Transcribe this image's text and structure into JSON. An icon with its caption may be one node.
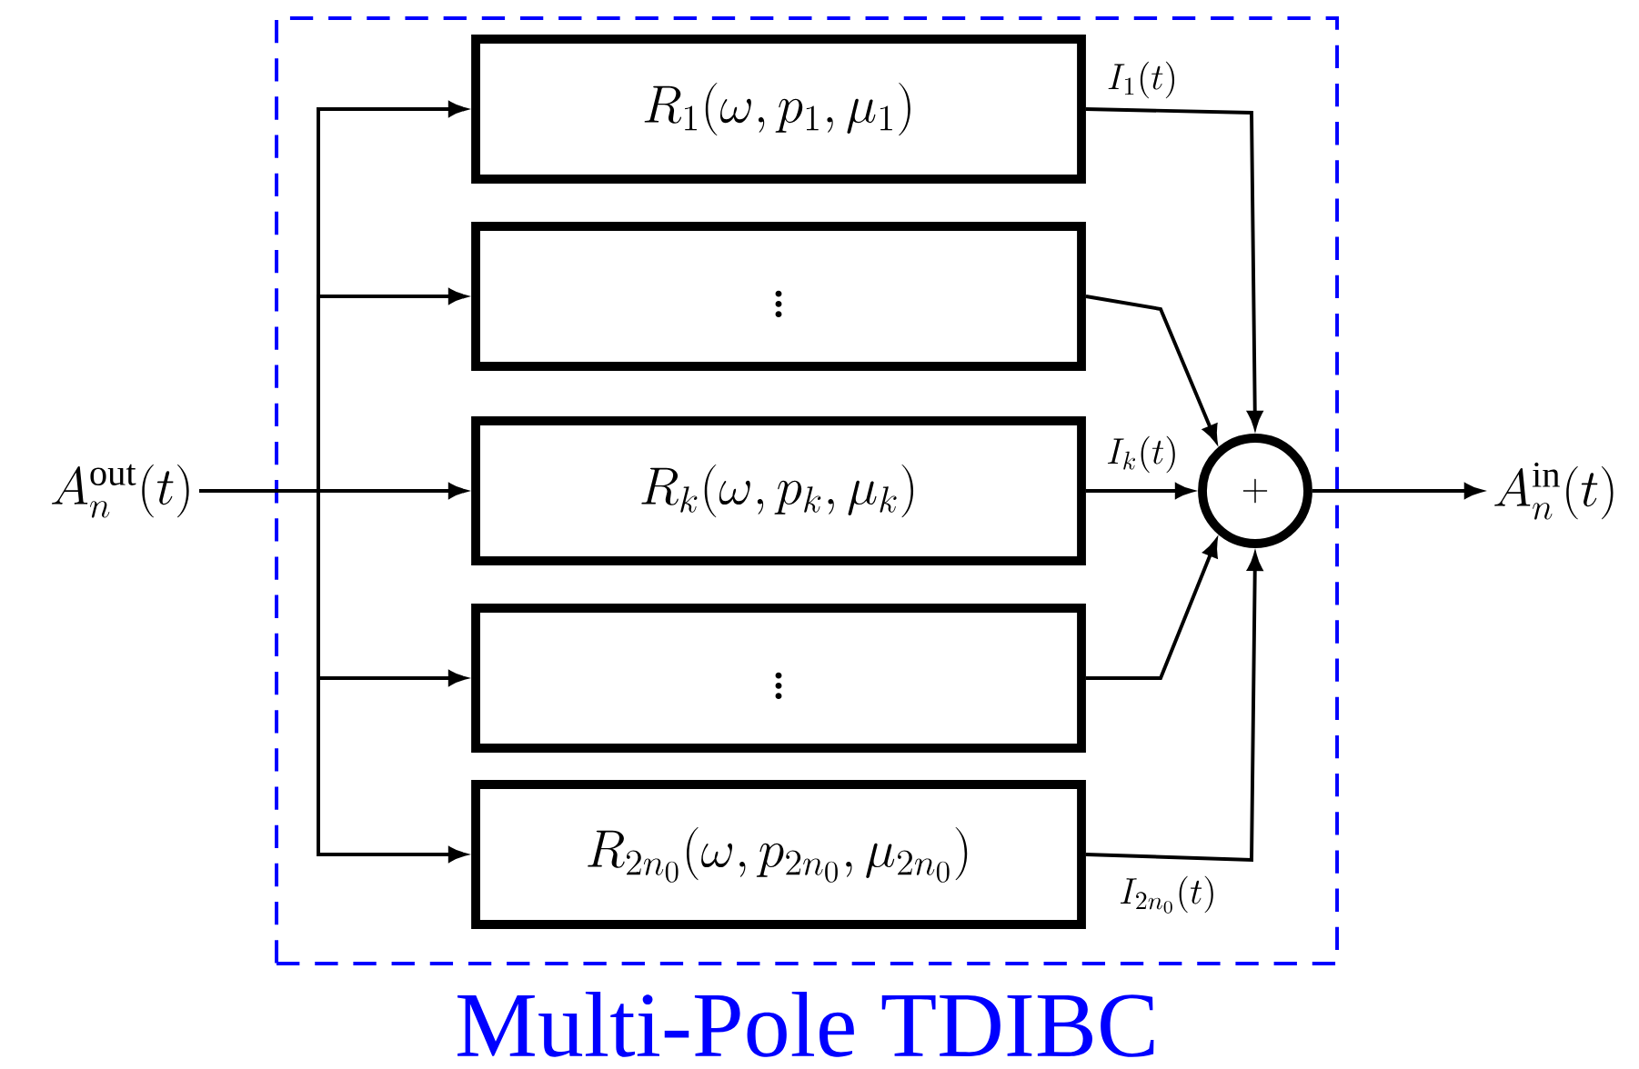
{
  "diagram": {
    "nodes": [
      {
        "text": [
          "Multi-Pole TDIBC"
        ]
      },
      {
        "text": [
          "A_n^{\\mathrm{out}}(t)"
        ]
      },
      {
        "text": [
          "R_1(\\omega, p_1, \\mu_1)"
        ],
        "in": 0
      },
      {
        "text": [
          "\\vdots"
        ],
        "in": 0
      },
      {
        "text": [
          "R_k(\\omega, p_k, \\mu_k)"
        ],
        "in": 0
      },
      {
        "text": [
          "\\vdots"
        ],
        "in": 0
      },
      {
        "text": [
          "R_{2n_0}(\\omega, p_{2n_0}, \\mu_{2n_0})"
        ],
        "in": 0
      },
      {
        "text": [
          "+"
        ],
        "in": 0
      },
      {
        "text": [
          "A_n^{\\mathrm{in}}(t)"
        ]
      }
    ],
    "edges": [
      {
        "from": 1,
        "to": 2,
        "arrow": "to"
      },
      {
        "from": 1,
        "to": 3,
        "arrow": "to"
      },
      {
        "from": 1,
        "to": 4,
        "arrow": "to"
      },
      {
        "from": 1,
        "to": 5,
        "arrow": "to"
      },
      {
        "from": 1,
        "to": 6,
        "arrow": "to"
      },
      {
        "from": 2,
        "to": 7,
        "arrow": "to",
        "label": "I_1(t)"
      },
      {
        "from": 3,
        "to": 7,
        "arrow": "to"
      },
      {
        "from": 4,
        "to": 7,
        "arrow": "to",
        "label": "I_k(t)"
      },
      {
        "from": 5,
        "to": 7,
        "arrow": "to"
      },
      {
        "from": 6,
        "to": 7,
        "arrow": "to",
        "label": "I_{2n_0}(t)"
      },
      {
        "from": 7,
        "to": 8,
        "arrow": "to"
      }
    ]
  }
}
